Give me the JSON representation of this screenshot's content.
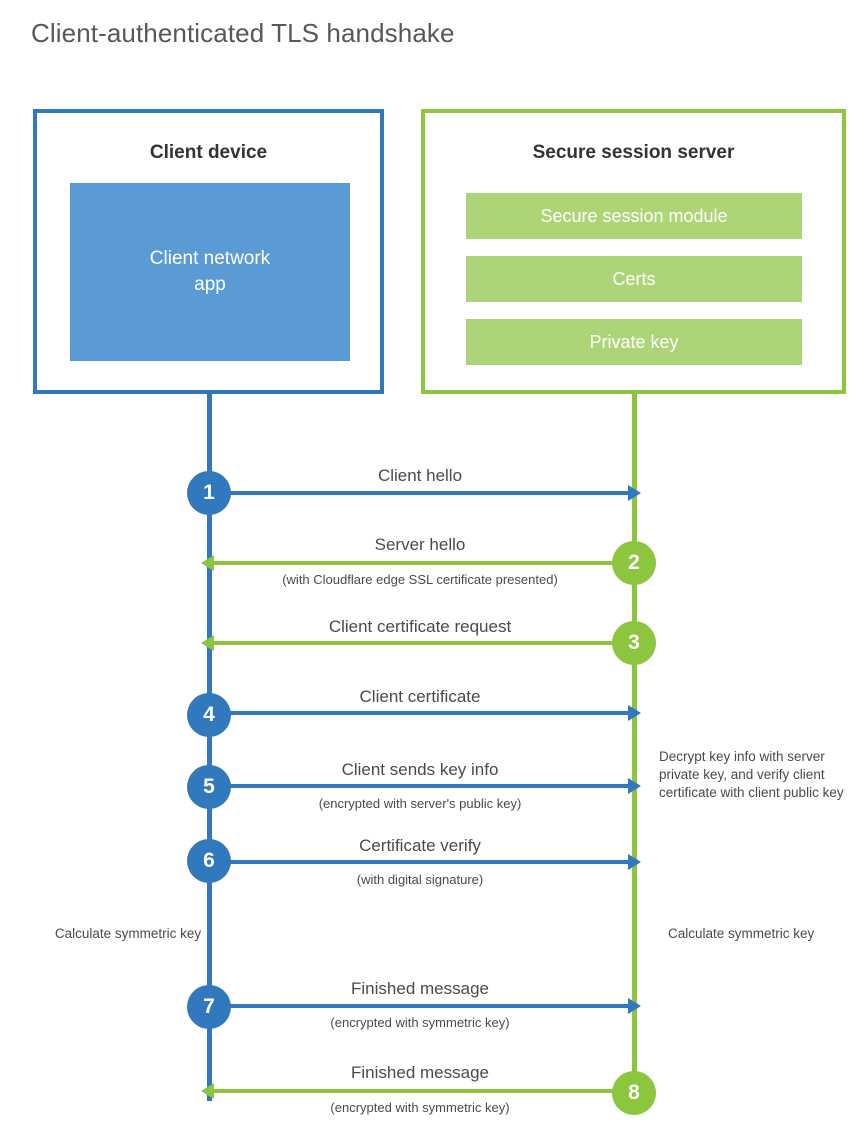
{
  "title": "Client-authenticated TLS handshake",
  "colors": {
    "client_blue": "#3178bd",
    "client_app_blue": "#5b9bd5",
    "server_green": "#8cc63e",
    "server_bar_green": "#aed478",
    "text": "#4a4a4a"
  },
  "client": {
    "title": "Client device",
    "app_label": "Client network\napp"
  },
  "server": {
    "title": "Secure session server",
    "items": [
      {
        "label": "Secure session module"
      },
      {
        "label": "Certs"
      },
      {
        "label": "Private key"
      }
    ]
  },
  "steps": [
    {
      "number": "1",
      "label": "Client hello",
      "sub": "",
      "direction": "client-to-server",
      "color": "blue"
    },
    {
      "number": "2",
      "label": "Server hello",
      "sub": "(with Cloudflare edge SSL certificate presented)",
      "direction": "server-to-client",
      "color": "green"
    },
    {
      "number": "3",
      "label": "Client certificate request",
      "sub": "",
      "direction": "server-to-client",
      "color": "green"
    },
    {
      "number": "4",
      "label": "Client certificate",
      "sub": "",
      "direction": "client-to-server",
      "color": "blue"
    },
    {
      "number": "5",
      "label": "Client sends key info",
      "sub": "(encrypted with server's public key)",
      "direction": "client-to-server",
      "color": "blue"
    },
    {
      "number": "6",
      "label": "Certificate verify",
      "sub": "(with digital signature)",
      "direction": "client-to-server",
      "color": "blue"
    },
    {
      "number": "7",
      "label": "Finished message",
      "sub": "(encrypted with symmetric key)",
      "direction": "client-to-server",
      "color": "blue"
    },
    {
      "number": "8",
      "label": "Finished message",
      "sub": "(encrypted with symmetric key)",
      "direction": "server-to-client",
      "color": "green"
    }
  ],
  "notes": {
    "decrypt": "Decrypt key info with server private key, and verify client certificate with client public key",
    "calculate_client": "Calculate symmetric key",
    "calculate_server": "Calculate symmetric key"
  }
}
